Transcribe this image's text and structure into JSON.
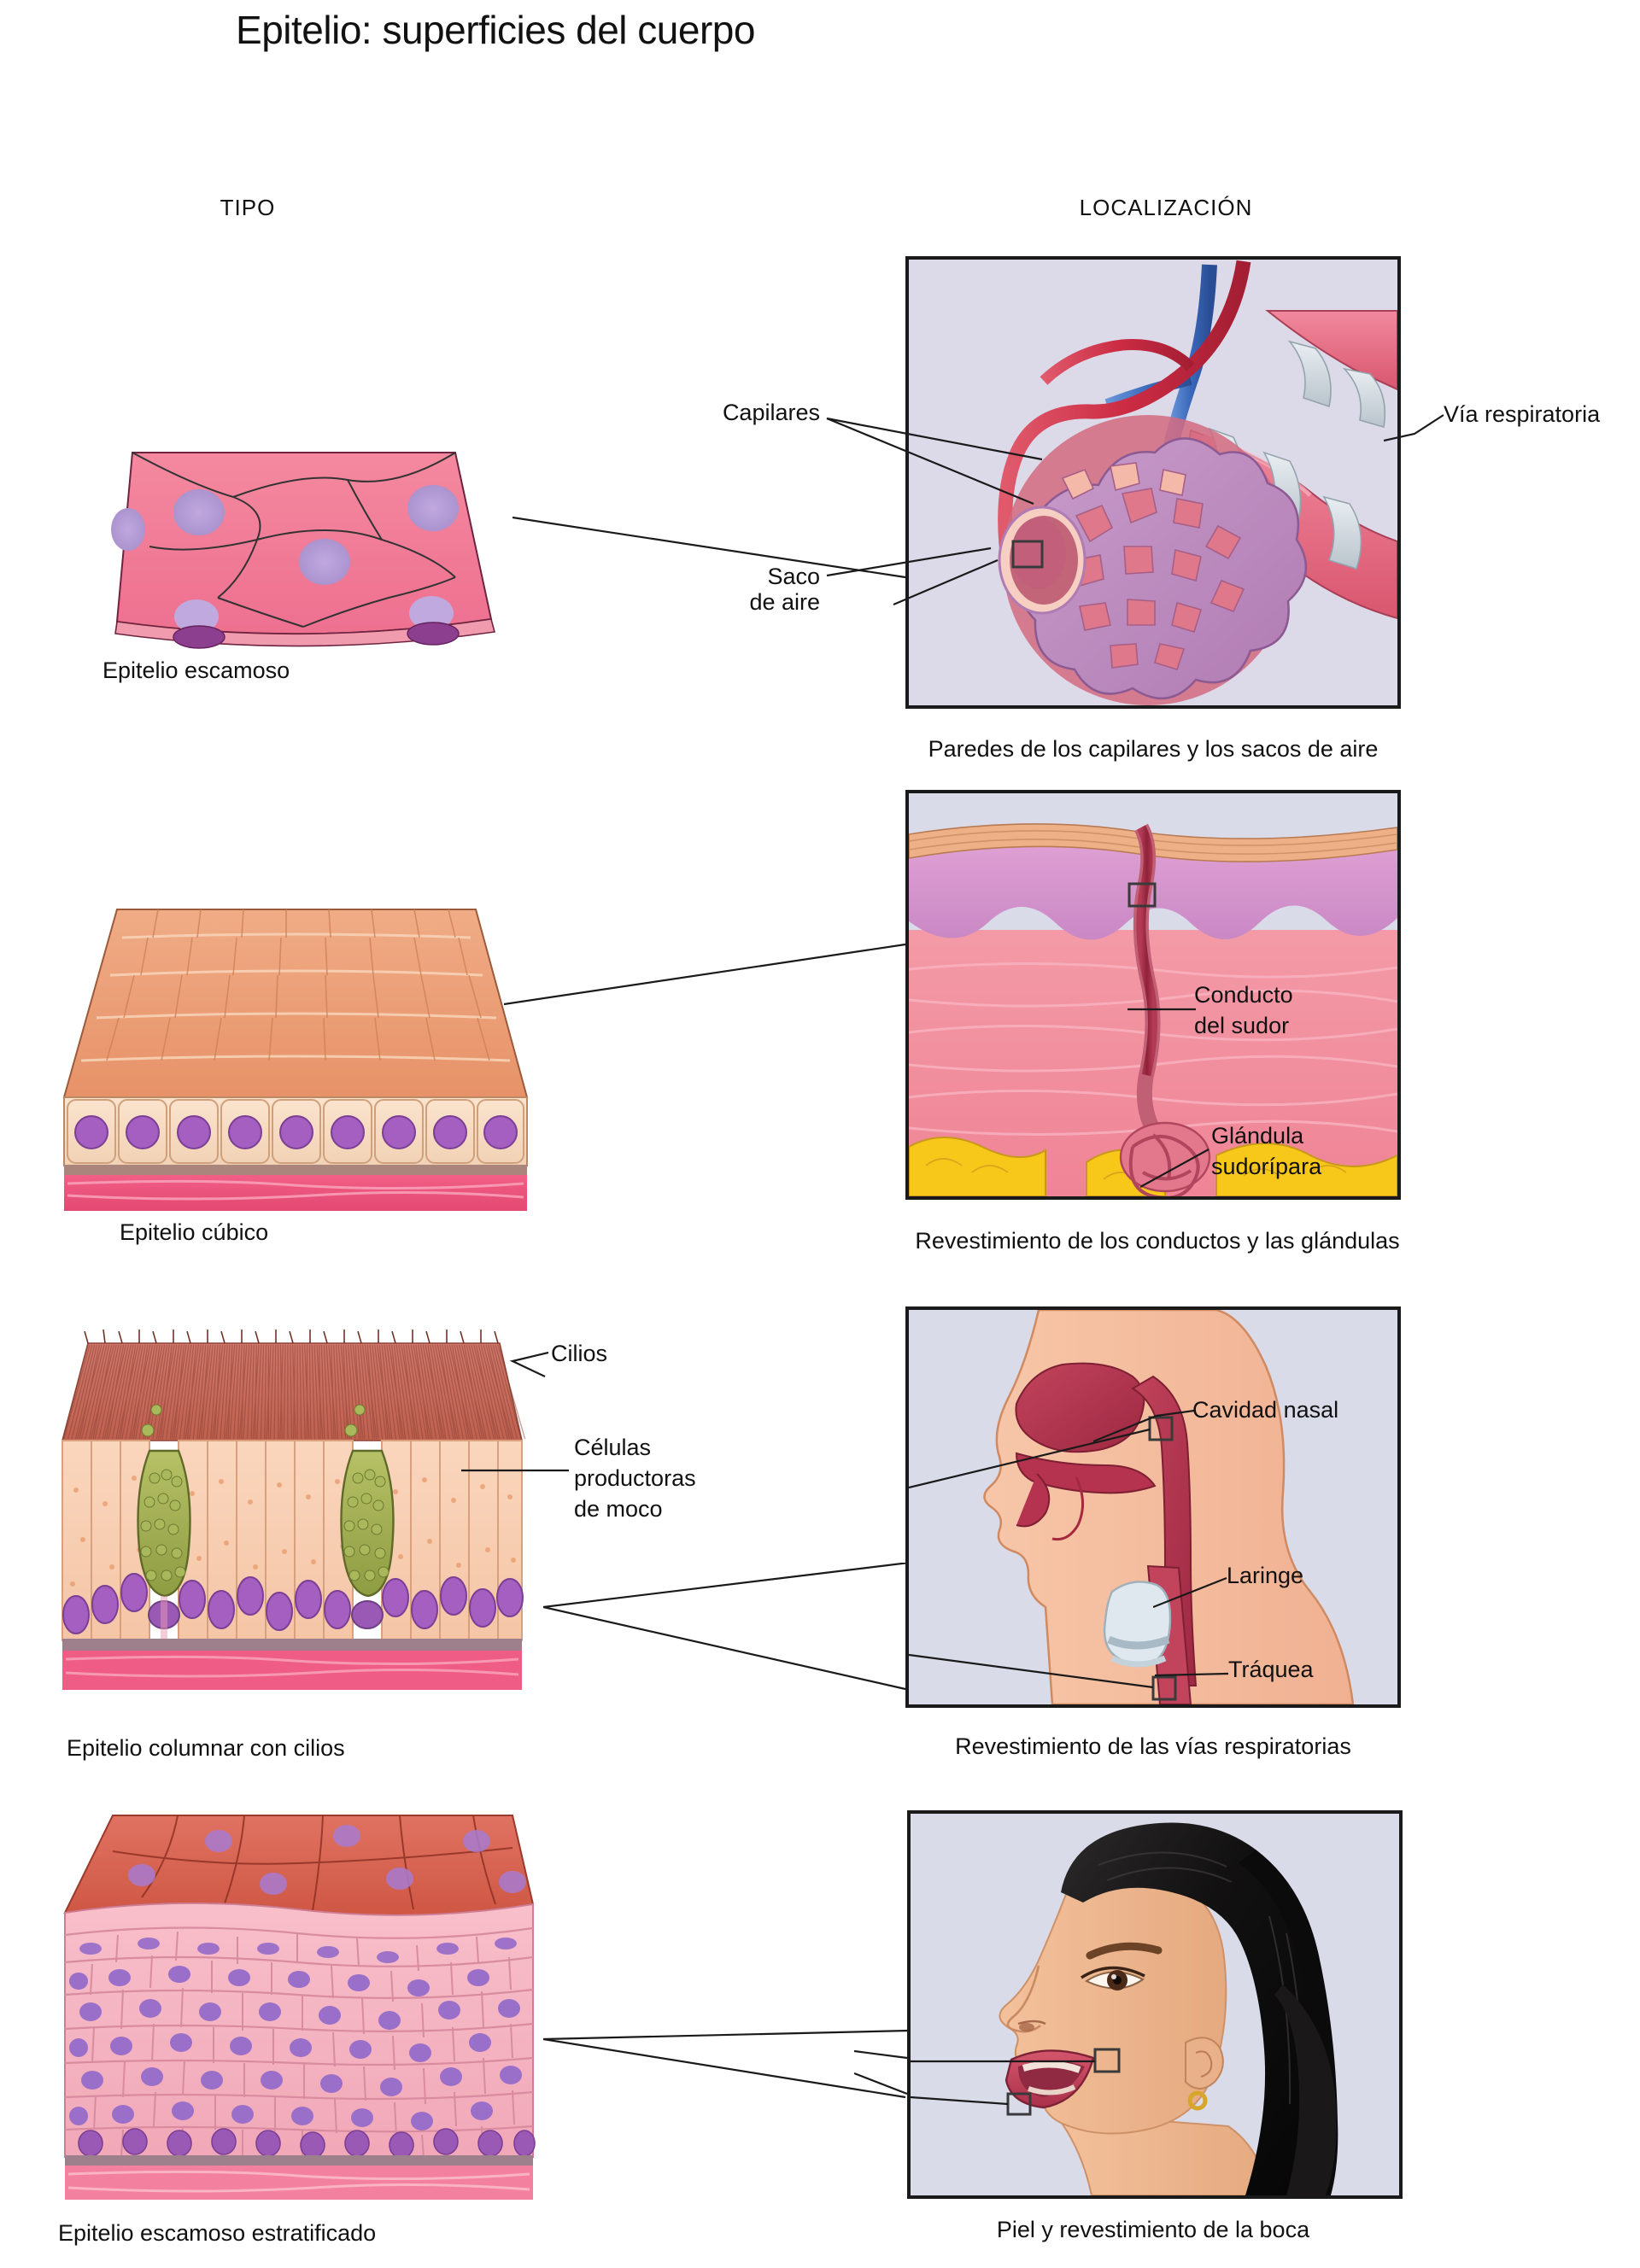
{
  "title": "Epitelio: superficies del cuerpo",
  "columns": {
    "type_header": "TIPO",
    "location_header": "LOCALIZACIÓN"
  },
  "rows": [
    {
      "id": "squamous",
      "type_caption": "Epitelio escamoso",
      "location_caption": "Paredes de los capilares y los sacos de aire",
      "location_labels": [
        {
          "id": "capilares",
          "text": "Capilares"
        },
        {
          "id": "saco-de-aire",
          "text": "Saco\nde aire",
          "line1": "Saco",
          "line2": "de aire"
        },
        {
          "id": "via-respiratoria",
          "text": "Vía respiratoria"
        }
      ],
      "tissue_labels": []
    },
    {
      "id": "cuboidal",
      "type_caption": "Epitelio cúbico",
      "location_caption": "Revestimiento de los conductos y las glándulas",
      "location_labels": [
        {
          "id": "conducto-del-sudor",
          "line1": "Conducto",
          "line2": "del sudor"
        },
        {
          "id": "glandula-sudoripara",
          "line1": "Glándula",
          "line2": "sudorípara"
        }
      ],
      "tissue_labels": []
    },
    {
      "id": "columnar",
      "type_caption": "Epitelio columnar con cilios",
      "location_caption": "Revestimiento de las vías respiratorias",
      "location_labels": [
        {
          "id": "cavidad-nasal",
          "text": "Cavidad nasal"
        },
        {
          "id": "laringe",
          "text": "Laringe"
        },
        {
          "id": "traquea",
          "text": "Tráquea"
        }
      ],
      "tissue_labels": [
        {
          "id": "cilios",
          "text": "Cilios"
        },
        {
          "id": "celulas-productoras-de-moco",
          "line1": "Células",
          "line2": "productoras",
          "line3": "de moco"
        }
      ]
    },
    {
      "id": "stratified-squamous",
      "type_caption": "Epitelio escamoso estratificado",
      "location_caption": "Piel y revestimiento de la boca",
      "location_labels": [],
      "tissue_labels": []
    }
  ],
  "colors": {
    "panel_background": "#dcd9e9",
    "panel_border": "#1a1a1a",
    "squamous_cell": "#f2819c",
    "squamous_nucleus": "#b9a3d6",
    "cuboidal_top": "#eda078",
    "cuboidal_cell": "#f6dcc4",
    "cuboidal_nucleus": "#a濃",
    "columnar_cilia": "#c76b5e",
    "columnar_cell": "#f6c6a8",
    "goblet_cell": "#9fae4e",
    "nucleus_purple": "#9b59b6",
    "stratified_top": "#d9614f",
    "stratified_cell": "#f4b3bf",
    "basement_pink": "#ef5d86",
    "fat_yellow": "#f6c520",
    "artery_red": "#d9344a",
    "vein_blue": "#3f72c4",
    "cartilage_gray": "#ccd4da",
    "skin_tone": "#f2c09a",
    "hair_black": "#1c1a1a",
    "mucosa_red": "#b5334f"
  }
}
